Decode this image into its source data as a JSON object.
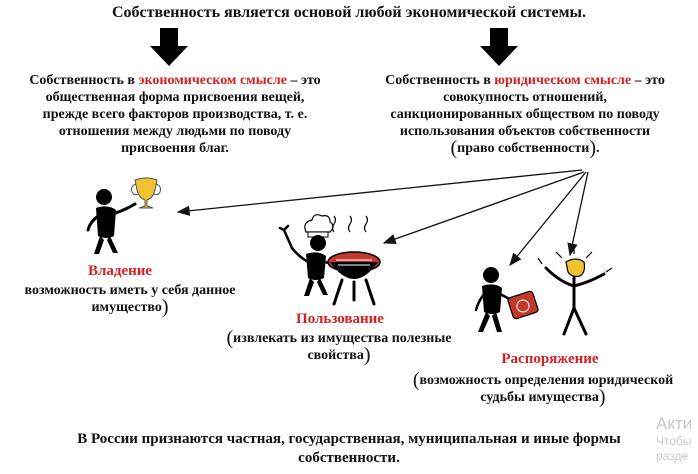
{
  "title": "Собственность является основой любой экономической системы.",
  "economic": {
    "prefix": "Собственность в ",
    "highlight": "экономическом смысле",
    "rest": " – это",
    "lines": [
      "общественная форма присвоения вещей,",
      "прежде всего факторов производства, т. е.",
      "отношения между людьми по поводу",
      "присвоения благ."
    ]
  },
  "legal": {
    "prefix": "Собственность в ",
    "highlight": "юридическом смысле",
    "rest": " – это",
    "lines": [
      "совокупность отношений,",
      "санкционированных обществом по поводу",
      "использования объектов собственности"
    ],
    "note": "право собственности"
  },
  "possession": {
    "label": "Владение",
    "line1": "возможность иметь у себя данное",
    "line2": "имущество"
  },
  "use": {
    "label": "Пользование",
    "line1": "извлекать из имущества полезные",
    "line2": "свойства"
  },
  "disposal": {
    "label": "Распоряжение",
    "line1": "возможность определения юридической",
    "line2": "судьбы имущества"
  },
  "footer": {
    "line1": "В России признаются частная, государственная, муниципальная и иные формы",
    "line2": "собственности."
  },
  "watermark": {
    "line1": "Акти",
    "line2": "Чтобы",
    "line3": "разде"
  },
  "colors": {
    "accent": "#d62020",
    "text": "#111111"
  }
}
